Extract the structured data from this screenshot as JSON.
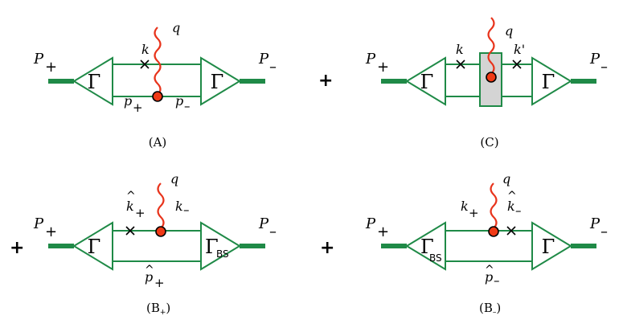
{
  "colors": {
    "line": "#1f8a47",
    "photon": "#e8341c",
    "vertex": "#f03a16",
    "box": "#d4d4d4"
  },
  "symbols": {
    "gamma": "Γ",
    "bs": "BS",
    "P": "P",
    "plus": "+",
    "minus": "–",
    "k": "k",
    "kprime": "k'",
    "p": "p",
    "q": "q",
    "hat": "^",
    "cross": "x",
    "sum": "+"
  },
  "captions": {
    "A": "(A)",
    "C": "(C)",
    "Bp_main": "(B",
    "Bp_sub": "+",
    "Bp_close": ")",
    "Bm_main": "(B",
    "Bm_sub": "–",
    "Bm_close": ")"
  }
}
